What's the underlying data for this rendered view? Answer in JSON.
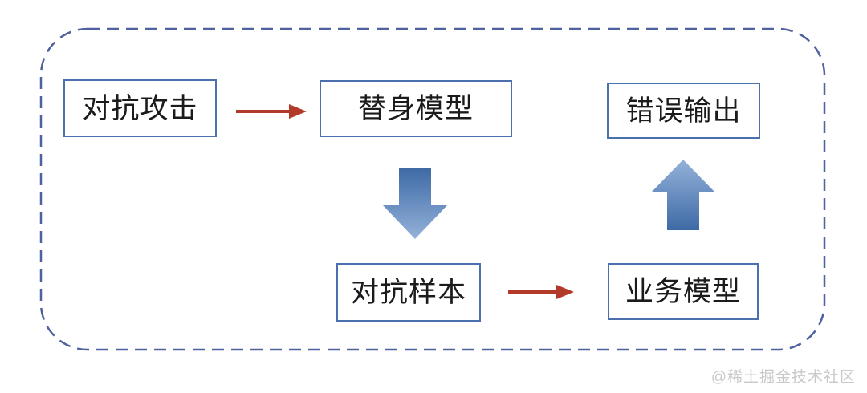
{
  "diagram": {
    "title": "adversarial-attack-flow",
    "nodes": {
      "attack": {
        "label": "对抗攻击"
      },
      "substitute": {
        "label": "替身模型"
      },
      "error": {
        "label": "错误输出"
      },
      "sample": {
        "label": "对抗样本"
      },
      "business": {
        "label": "业务模型"
      }
    },
    "connectors": [
      {
        "from": "attack",
        "to": "substitute",
        "style": "red-thin-arrow",
        "direction": "right"
      },
      {
        "from": "substitute",
        "to": "sample",
        "style": "blue-block-arrow",
        "direction": "down"
      },
      {
        "from": "sample",
        "to": "business",
        "style": "red-thin-arrow",
        "direction": "right"
      },
      {
        "from": "business",
        "to": "error",
        "style": "blue-block-arrow",
        "direction": "up"
      }
    ],
    "colors": {
      "node_border": "#4a70ad",
      "node_fill": "#ffffff",
      "node_text": "#1b1b1b",
      "dashed_frame": "#4f619e",
      "red_arrow": "#b23a28",
      "block_arrow_dark": "#3e6aa5",
      "block_arrow_light": "#94b2da",
      "watermark": "#c9c9c9",
      "background": "#ffffff"
    }
  },
  "watermark": {
    "text": "@稀土掘金技术社区"
  }
}
